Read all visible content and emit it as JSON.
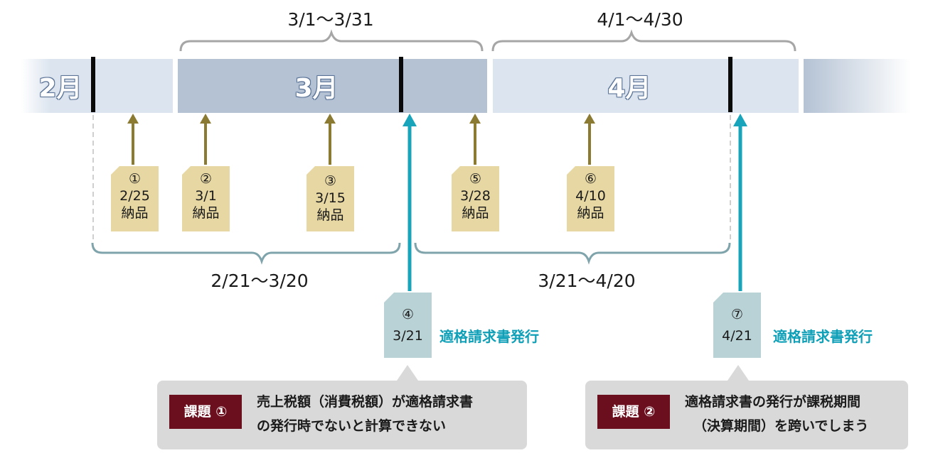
{
  "months": {
    "feb": "2月",
    "mar": "3月",
    "apr": "4月"
  },
  "ranges": {
    "march_calendar": "3/1～3/31",
    "april_calendar": "4/1～4/30",
    "period_1": "2/21～3/20",
    "period_2": "3/21～4/20"
  },
  "deliveries": [
    {
      "num": "①",
      "date": "2/25",
      "label": "納品"
    },
    {
      "num": "②",
      "date": "3/1",
      "label": "納品"
    },
    {
      "num": "③",
      "date": "3/15",
      "label": "納品"
    },
    {
      "num": "⑤",
      "date": "3/28",
      "label": "納品"
    },
    {
      "num": "⑥",
      "date": "4/10",
      "label": "納品"
    }
  ],
  "invoices": [
    {
      "num": "④",
      "date": "3/21",
      "label": "適格請求書発行"
    },
    {
      "num": "⑦",
      "date": "4/21",
      "label": "適格請求書発行"
    }
  ],
  "issues": [
    {
      "badge": "課題 ①",
      "line1": "売上税額（消費税額）が適格請求書",
      "line2": "の発行時でないと計算できない"
    },
    {
      "badge": "課題 ②",
      "line1": "適格請求書の発行が課税期間",
      "line2": "（決算期間）を跨いでしまう"
    }
  ],
  "colors": {
    "light_month": "#dce4ef",
    "march_month": "#b4c2d4",
    "delivery_tag": "#e6d7a3",
    "delivery_arrow": "#8a7a32",
    "invoice_tag": "#b9d2d6",
    "invoice_arrow": "#18a4ba",
    "issue_badge": "#6b0f1f",
    "callout_bg": "#d9d9d9"
  }
}
